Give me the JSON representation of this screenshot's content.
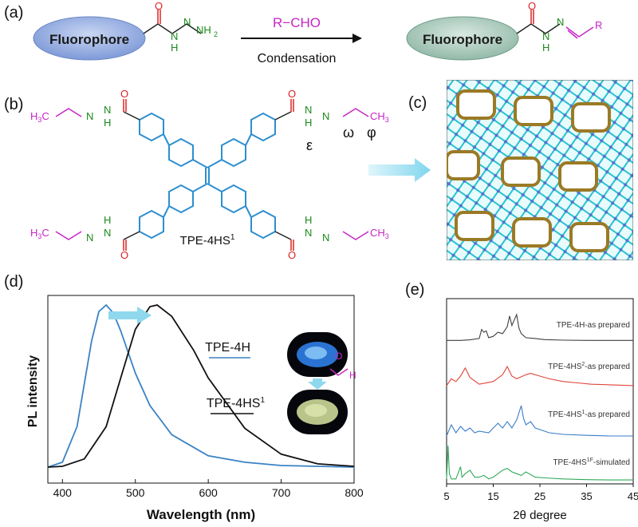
{
  "panels": {
    "a": "(a)",
    "b": "(b)",
    "c": "(c)",
    "d": "(d)",
    "e": "(e)"
  },
  "panel_a": {
    "reactant": "Fluorophore",
    "product": "Fluorophore",
    "reagent": "R−CHO",
    "condition": "Condensation",
    "atoms": {
      "O": "O",
      "N": "N",
      "H": "H",
      "NH2": "NH",
      "two": "2",
      "R": "R"
    }
  },
  "panel_b": {
    "compound": "TPE-4HS",
    "compound_sup": "1",
    "ch3": "CH",
    "h3c": "H",
    "sub3": "3",
    "sub_c": "C",
    "greek": {
      "epsilon": "ε",
      "omega": "ω",
      "phi": "φ"
    },
    "atoms": {
      "O": "O",
      "N": "N",
      "H": "H"
    }
  },
  "panel_d": {
    "legend": [
      {
        "label": "TPE-4H",
        "color": "#3b82c4"
      },
      {
        "label": "TPE-4HS",
        "sup": "1",
        "color": "#111111"
      }
    ],
    "aldehyde_O": "O",
    "aldehyde_H": "H"
  },
  "panel_e": {
    "traces": [
      {
        "label": "TPE-4H-as prepared",
        "color": "#3f3f3f"
      },
      {
        "label_pre": "TPE-4HS",
        "sup": "2",
        "label_post": "-as prepared",
        "color": "#e0443a"
      },
      {
        "label_pre": "TPE-4HS",
        "sup": "1",
        "label_post": "-as prepared",
        "color": "#3a7cc8"
      },
      {
        "label_pre": "TPE-4HS",
        "sup": "1F",
        "label_post": "-simulated",
        "color": "#2faa5a"
      }
    ]
  },
  "chart_data": [
    {
      "type": "line",
      "xlabel": "Wavelength (nm)",
      "ylabel": "PL intensity",
      "xlim": [
        380,
        800
      ],
      "xticks": [
        400,
        500,
        600,
        700,
        800
      ],
      "series": [
        {
          "name": "TPE-4H",
          "color": "#3b82c4",
          "x": [
            380,
            400,
            420,
            440,
            450,
            460,
            470,
            480,
            500,
            520,
            550,
            600,
            650,
            700,
            750,
            800
          ],
          "y": [
            0.0,
            0.03,
            0.25,
            0.78,
            0.96,
            1.0,
            0.95,
            0.84,
            0.58,
            0.38,
            0.2,
            0.07,
            0.03,
            0.01,
            0.005,
            0.0
          ]
        },
        {
          "name": "TPE-4HS1",
          "color": "#111111",
          "x": [
            380,
            400,
            430,
            460,
            480,
            500,
            520,
            530,
            550,
            580,
            600,
            650,
            700,
            750,
            800
          ],
          "y": [
            0.0,
            0.005,
            0.05,
            0.25,
            0.55,
            0.85,
            0.99,
            1.0,
            0.93,
            0.72,
            0.55,
            0.24,
            0.08,
            0.02,
            0.005
          ]
        }
      ]
    },
    {
      "type": "line",
      "xlabel": "2θ degree",
      "xlim": [
        5,
        45
      ],
      "xticks": [
        5,
        15,
        25,
        35,
        45
      ],
      "series": [
        {
          "name": "TPE-4H-as prepared",
          "color": "#3f3f3f",
          "x": [
            5,
            8,
            10,
            12,
            12.5,
            13,
            13.5,
            14,
            15,
            16,
            17,
            18,
            18.5,
            19,
            19.5,
            20,
            20.5,
            21,
            22,
            24,
            26,
            30,
            35,
            40,
            45
          ],
          "y": [
            0.05,
            0.05,
            0.07,
            0.12,
            0.45,
            0.35,
            0.4,
            0.15,
            0.2,
            0.35,
            0.3,
            0.55,
            0.95,
            0.6,
            0.8,
            1.0,
            0.5,
            0.3,
            0.15,
            0.12,
            0.08,
            0.06,
            0.05,
            0.05,
            0.05
          ]
        },
        {
          "name": "TPE-4HS2-as prepared",
          "color": "#e0443a",
          "x": [
            5,
            6,
            7,
            8,
            9,
            10,
            12,
            15,
            17,
            18,
            19,
            20,
            22,
            23,
            25,
            27,
            30,
            33,
            36,
            40,
            45
          ],
          "y": [
            0.15,
            0.4,
            0.3,
            0.5,
            0.8,
            0.45,
            0.2,
            0.3,
            0.55,
            0.85,
            0.5,
            0.4,
            0.55,
            0.6,
            0.5,
            0.4,
            0.3,
            0.25,
            0.2,
            0.18,
            0.15
          ]
        },
        {
          "name": "TPE-4HS1-as prepared",
          "color": "#3a7cc8",
          "x": [
            5,
            6,
            7,
            8,
            9,
            10,
            11,
            12,
            14,
            16,
            17,
            18,
            19,
            20,
            21,
            21.5,
            22,
            23,
            24,
            25,
            27,
            30,
            35,
            40,
            45
          ],
          "y": [
            0.05,
            0.4,
            0.15,
            0.35,
            0.2,
            0.3,
            0.15,
            0.2,
            0.15,
            0.45,
            0.3,
            0.5,
            0.3,
            0.55,
            1.0,
            0.6,
            0.4,
            0.5,
            0.3,
            0.25,
            0.15,
            0.1,
            0.07,
            0.05,
            0.05
          ]
        },
        {
          "name": "TPE-4HS1F-simulated",
          "color": "#2faa5a",
          "x": [
            5,
            5.3,
            5.6,
            6,
            7,
            8,
            8.3,
            9,
            10,
            11,
            12,
            13,
            14,
            15,
            16,
            17,
            18,
            19,
            20,
            21,
            22,
            24,
            26,
            30,
            35,
            40,
            45
          ],
          "y": [
            0.05,
            1.0,
            0.2,
            0.05,
            0.05,
            0.4,
            0.1,
            0.2,
            0.3,
            0.1,
            0.1,
            0.15,
            0.05,
            0.1,
            0.2,
            0.3,
            0.35,
            0.25,
            0.2,
            0.15,
            0.25,
            0.1,
            0.08,
            0.05,
            0.03,
            0.02,
            0.02
          ]
        }
      ]
    }
  ]
}
